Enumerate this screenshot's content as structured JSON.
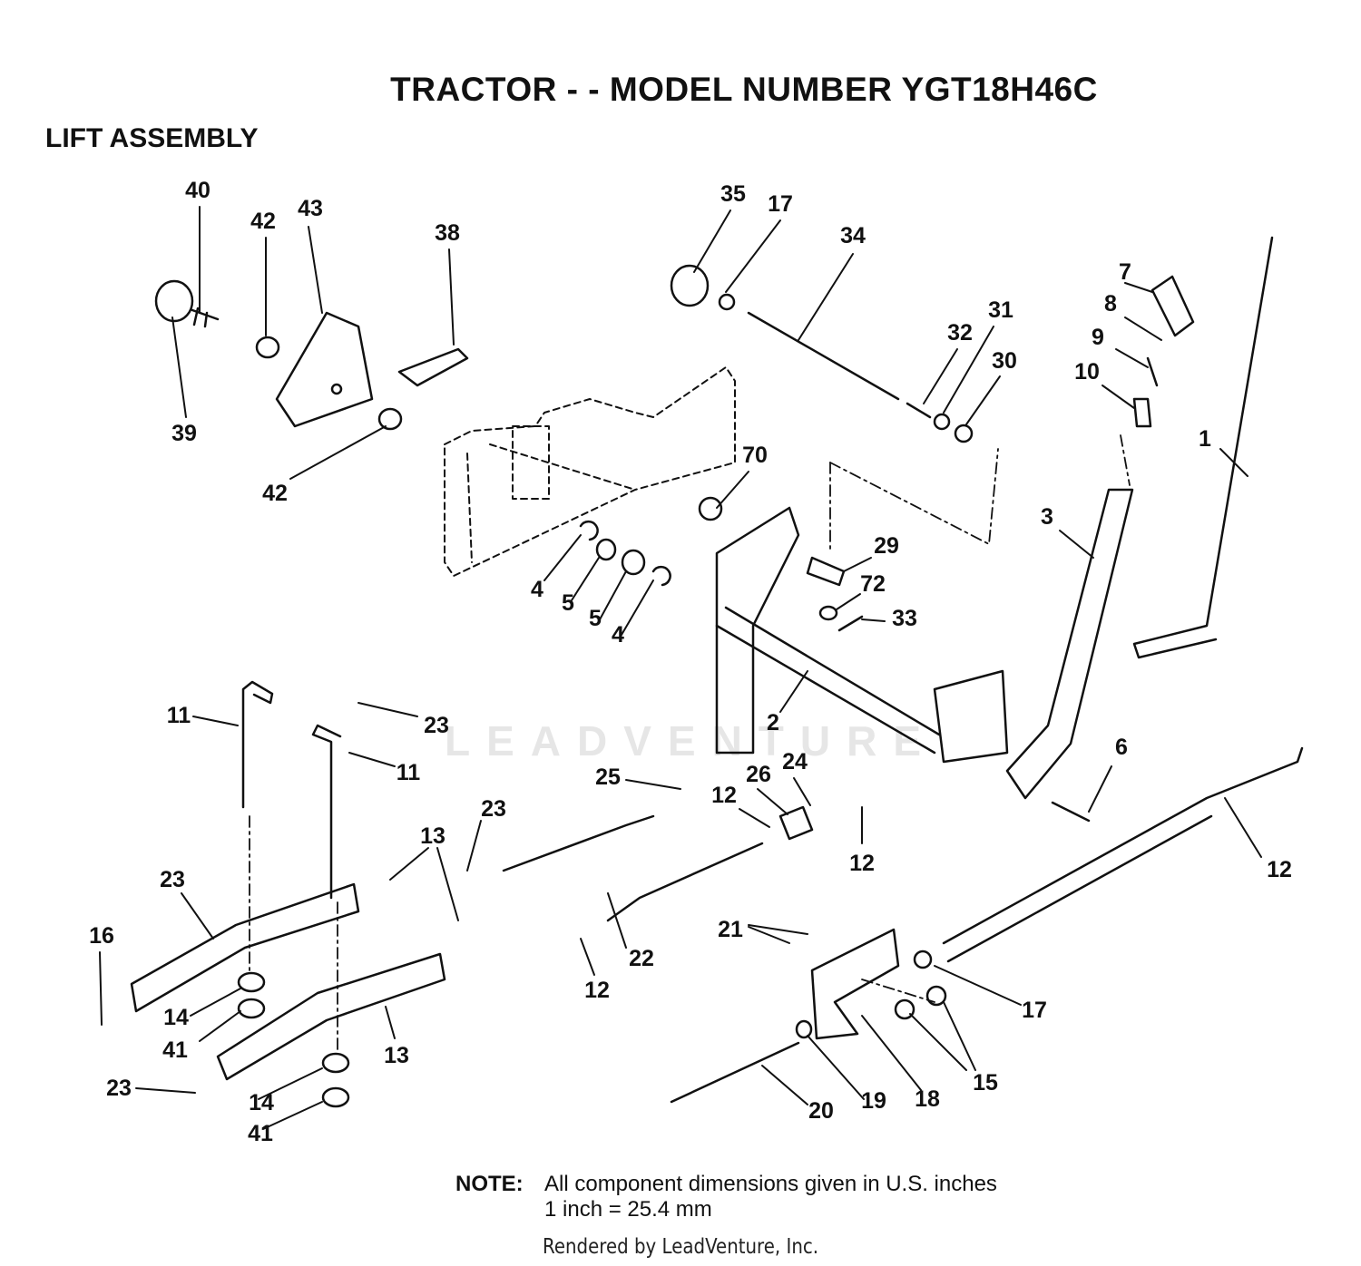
{
  "header": {
    "title": "TRACTOR - - MODEL NUMBER YGT18H46C",
    "subtitle": "LIFT ASSEMBLY"
  },
  "watermark": "LEADVENTURE",
  "callouts": [
    "40",
    "42",
    "43",
    "38",
    "39",
    "42",
    "35",
    "17",
    "34",
    "7",
    "8",
    "9",
    "10",
    "32",
    "31",
    "30",
    "1",
    "70",
    "3",
    "29",
    "72",
    "33",
    "4",
    "5",
    "5",
    "4",
    "2",
    "11",
    "23",
    "11",
    "6",
    "12",
    "25",
    "26",
    "24",
    "12",
    "12",
    "23",
    "13",
    "23",
    "16",
    "22",
    "21",
    "12",
    "17",
    "14",
    "41",
    "13",
    "15",
    "23",
    "14",
    "41",
    "20",
    "19",
    "18"
  ],
  "note": {
    "label": "NOTE:",
    "line1": "All component dimensions given in U.S. inches",
    "line2": "1 inch = 25.4 mm"
  },
  "footer": "Rendered by LeadVenture, Inc.",
  "colors": {
    "ink": "#111111",
    "watermark": "#e6e6e6"
  }
}
